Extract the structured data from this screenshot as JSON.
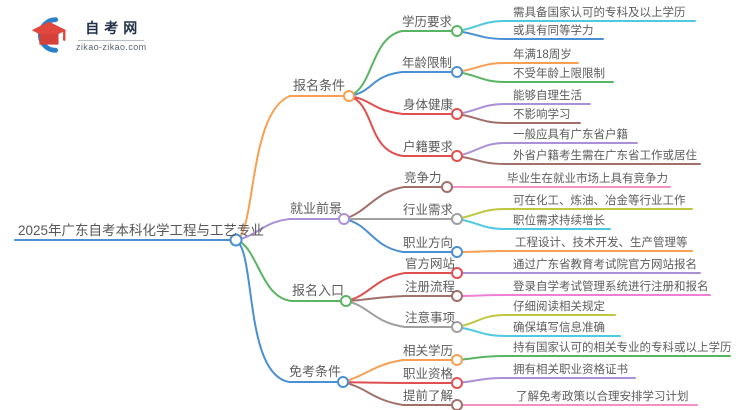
{
  "logo": {
    "site_name": "自考网",
    "site_url": "zikao-zikao.com",
    "icon": "graduation-cap-with-crescent",
    "brand_blue": "#2a7fc9",
    "brand_red": "#e0473d"
  },
  "palette": {
    "text": "#5d5d5d",
    "orange": "#f7a054",
    "green": "#5ab563",
    "blue": "#4a90d2",
    "red": "#e05050",
    "cyan": "#4ec9e1",
    "purple": "#ab90d8",
    "brown": "#a1706b",
    "gray": "#a0a0a0",
    "pink": "#f291c2",
    "magenta": "#ee7fd4",
    "yellow_green": "#bfc740"
  },
  "mindmap": {
    "root": {
      "label": "2025年广东自考本科化学工程与工艺专业",
      "color": "#4a90d2"
    },
    "branches": [
      {
        "label": "报名条件",
        "color": "#f7a054",
        "children": [
          {
            "label": "学历要求",
            "color": "#5ab563",
            "leaves": [
              {
                "label": "需具备国家认可的专科及以上学历",
                "color": "#4ec9e1"
              },
              {
                "label": "或具有同等学力",
                "color": "#4a90d2"
              }
            ]
          },
          {
            "label": "年龄限制",
            "color": "#4a90d2",
            "leaves": [
              {
                "label": "年满18周岁",
                "color": "#f7a054"
              },
              {
                "label": "不受年龄上限限制",
                "color": "#5ab563"
              }
            ]
          },
          {
            "label": "身体健康",
            "color": "#e05050",
            "leaves": [
              {
                "label": "能够自理生活",
                "color": "#ab90d8"
              },
              {
                "label": "不影响学习",
                "color": "#a1706b"
              }
            ]
          },
          {
            "label": "户籍要求",
            "color": "#e05050",
            "leaves": [
              {
                "label": "一般应具有广东省户籍",
                "color": "#ab90d8"
              },
              {
                "label": "外省户籍考生需在广东省工作或居住",
                "color": "#a1706b"
              }
            ]
          }
        ]
      },
      {
        "label": "就业前景",
        "color": "#ab90d8",
        "children": [
          {
            "label": "竞争力",
            "color": "#a1706b",
            "leaves": [
              {
                "label": "毕业生在就业市场上具有竞争力",
                "color": "#f291c2"
              }
            ]
          },
          {
            "label": "行业需求",
            "color": "#a0a0a0",
            "leaves": [
              {
                "label": "可在化工、炼油、冶金等行业工作",
                "color": "#bfc740"
              },
              {
                "label": "职位需求持续增长",
                "color": "#4ec9e1"
              }
            ]
          },
          {
            "label": "职业方向",
            "color": "#4a90d2",
            "leaves": [
              {
                "label": "工程设计、技术开发、生产管理等",
                "color": "#f7a054"
              }
            ]
          }
        ]
      },
      {
        "label": "报名入口",
        "color": "#5ab563",
        "children": [
          {
            "label": "官方网站",
            "color": "#e05050",
            "leaves": [
              {
                "label": "通过广东省教育考试院官方网站报名",
                "color": "#ab90d8"
              }
            ]
          },
          {
            "label": "注册流程",
            "color": "#a1706b",
            "leaves": [
              {
                "label": "登录自学考试管理系统进行注册和报名",
                "color": "#ee7fd4"
              }
            ]
          },
          {
            "label": "注意事项",
            "color": "#a0a0a0",
            "leaves": [
              {
                "label": "仔细阅读相关规定",
                "color": "#bfc740"
              },
              {
                "label": "确保填写信息准确",
                "color": "#4ec9e1"
              }
            ]
          }
        ]
      },
      {
        "label": "免考条件",
        "color": "#4a90d2",
        "children": [
          {
            "label": "相关学历",
            "color": "#f7a054",
            "leaves": [
              {
                "label": "持有国家认可的相关专业的专科或以上学历",
                "color": "#5ab563"
              }
            ]
          },
          {
            "label": "职业资格",
            "color": "#e05050",
            "leaves": [
              {
                "label": "拥有相关职业资格证书",
                "color": "#ab90d8"
              }
            ]
          },
          {
            "label": "提前了解",
            "color": "#a1706b",
            "leaves": [
              {
                "label": "了解免考政策以合理安排学习计划",
                "color": "#f291c2"
              }
            ]
          }
        ]
      }
    ]
  }
}
